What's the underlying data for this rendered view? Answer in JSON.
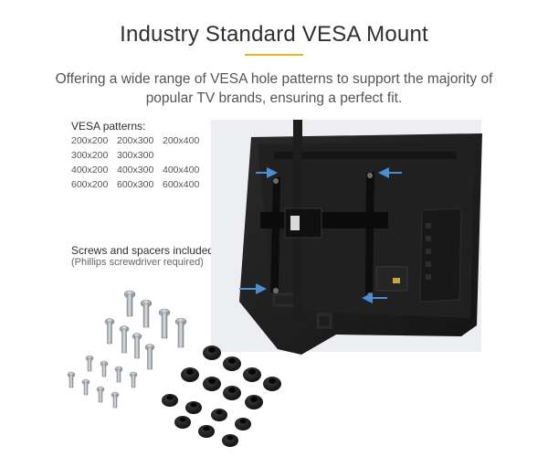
{
  "heading": {
    "title": "Industry Standard VESA Mount",
    "subtitle": "Offering a wide range of VESA hole patterns to support the majority of popular TV brands, ensuring a perfect fit."
  },
  "vesa": {
    "heading": "VESA patterns:",
    "patterns": [
      "200x200",
      "200x300",
      "200x400",
      "300x200",
      "300x300",
      "",
      "400x200",
      "400x300",
      "400x400",
      "600x200",
      "600x300",
      "600x400"
    ]
  },
  "hardware": {
    "heading": "Screws and spacers included",
    "note": "(Phillips screwdriver required)"
  },
  "colors": {
    "accent": "#f1b51c",
    "arrow": "#4a8fd6",
    "tv": "#1b1b1b"
  }
}
